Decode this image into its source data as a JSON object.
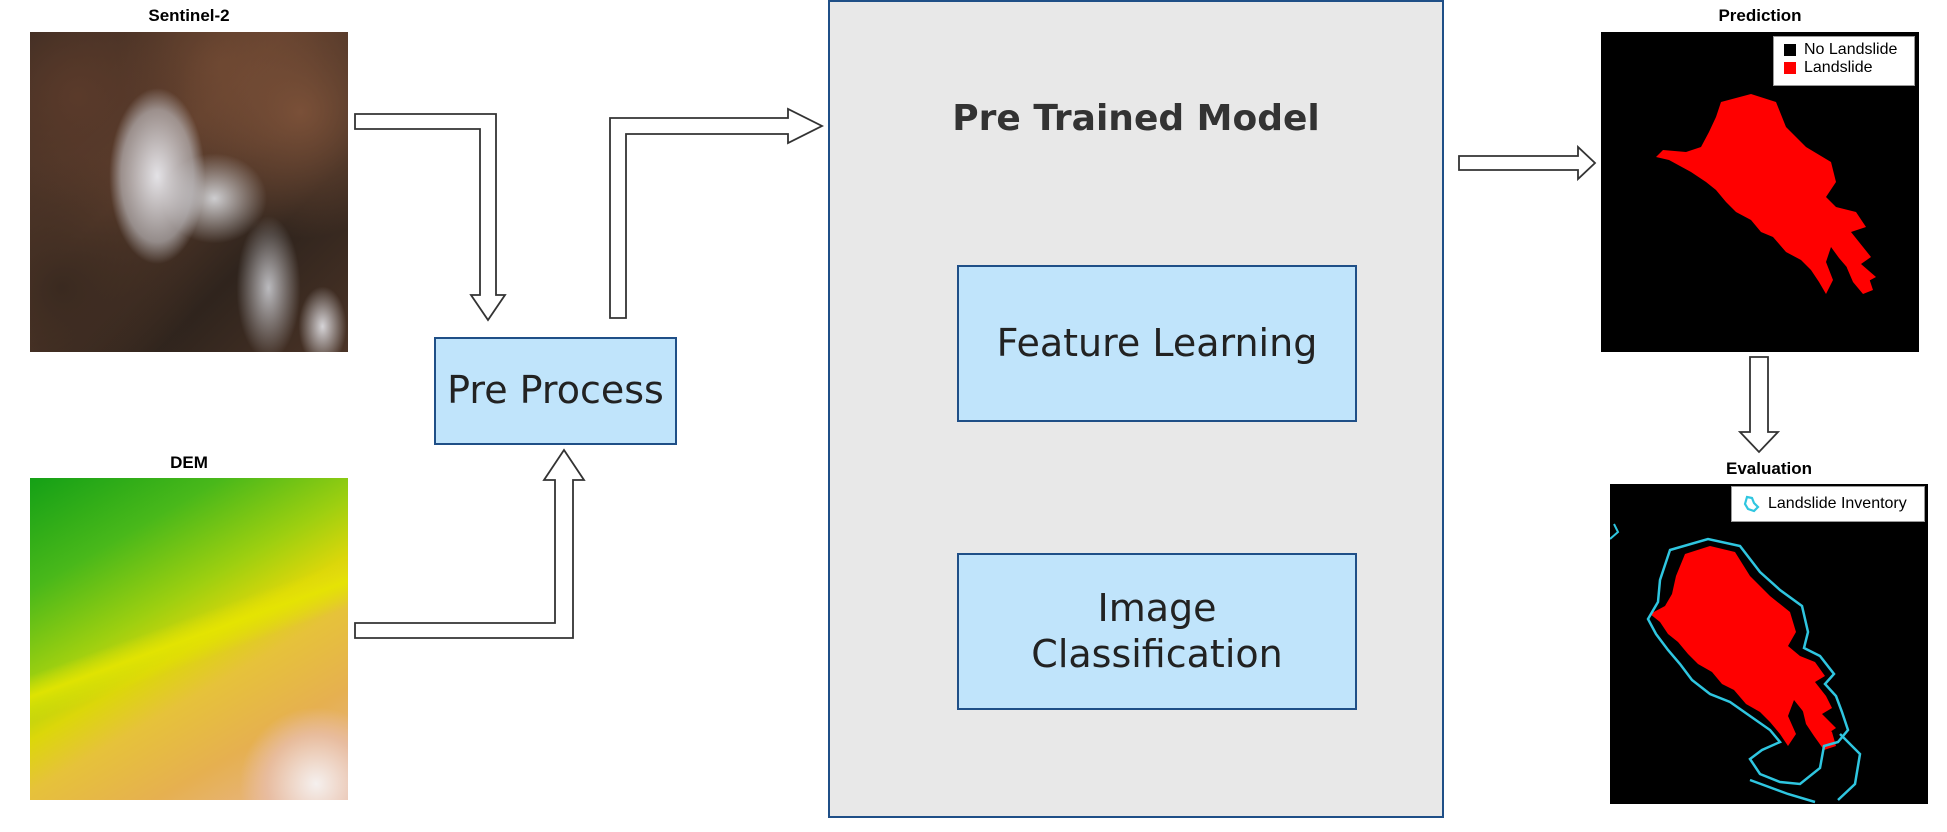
{
  "inputs": {
    "sentinel_title": "Sentinel-2",
    "dem_title": "DEM"
  },
  "preprocess": {
    "label": "Pre Process"
  },
  "model": {
    "title": "Pre Trained Model",
    "feature_learning": "Feature Learning",
    "image_classification_line1": "Image",
    "image_classification_line2": "Classification"
  },
  "prediction": {
    "title": "Prediction",
    "legend": [
      {
        "label": "No Landslide",
        "color": "#000000"
      },
      {
        "label": "Landslide",
        "color": "#ff0000"
      }
    ]
  },
  "evaluation": {
    "title": "Evaluation",
    "legend_label": "Landslide Inventory",
    "inventory_color": "#2fc6e0"
  },
  "colors": {
    "box_fill": "#c0e4fb",
    "box_border": "#1f4f87",
    "panel_fill": "#e8e8e8",
    "landslide": "#ff0000"
  }
}
